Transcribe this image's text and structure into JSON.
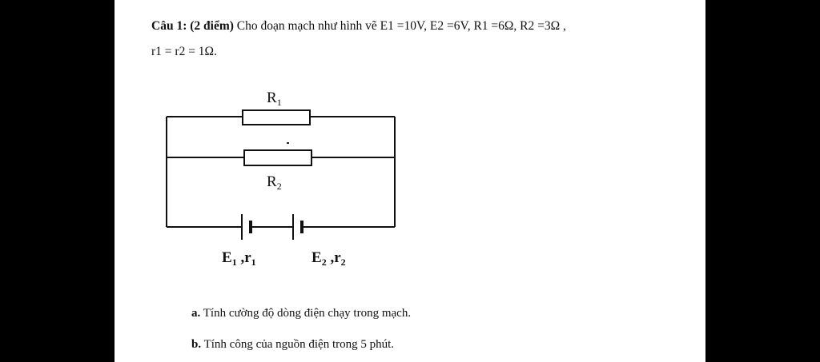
{
  "problem": {
    "title": "Câu 1:",
    "points": "(2 điểm)",
    "text_line1": "Cho đoạn mạch như hình vẽ E1 =10V, E2 =6V, R1 =6Ω, R2 =3Ω ,",
    "text_line2": "r1 = r2 = 1Ω."
  },
  "diagram": {
    "r1_label": "R",
    "r1_sub": "1",
    "r2_label": "R",
    "r2_sub": "2",
    "e1_label": "E",
    "e1_sub": "1",
    "e1_sep": " ,r",
    "e1_rsub": "1",
    "e2_label": "E",
    "e2_sub": "2",
    "e2_sep": " ,r",
    "e2_rsub": "2"
  },
  "questions": [
    {
      "label": "a.",
      "text": "Tính cường độ dòng điện chạy trong mạch."
    },
    {
      "label": "b.",
      "text": "Tính công của nguồn điện trong 5 phút."
    }
  ],
  "colors": {
    "background": "#000000",
    "paper": "#ffffff",
    "ink": "#111111"
  }
}
